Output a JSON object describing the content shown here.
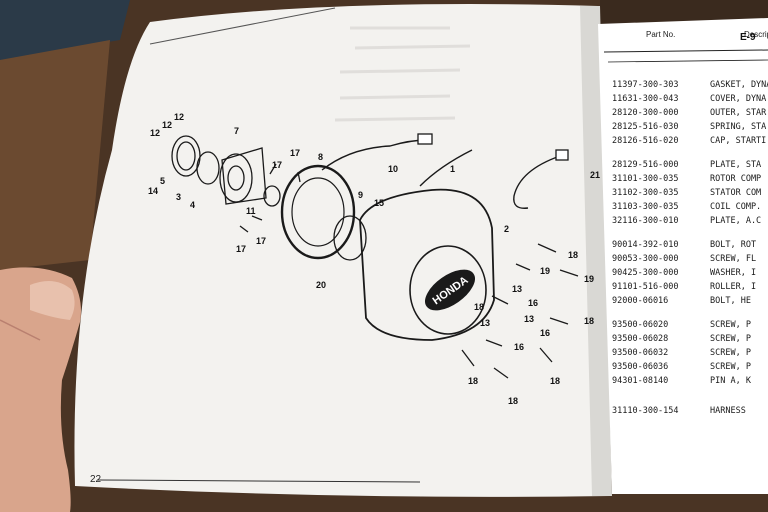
{
  "colors": {
    "wood": "#4a3424",
    "page": "#f3f2ef",
    "right_page": "#ffffff",
    "ink": "#1a1a1a",
    "skin": "#d9a58c"
  },
  "diagram": {
    "logo_text": "HONDA",
    "callouts": [
      "12",
      "12",
      "12",
      "14",
      "3",
      "5",
      "7",
      "4",
      "17",
      "17",
      "8",
      "10",
      "11",
      "9",
      "15",
      "1",
      "17",
      "17",
      "2",
      "18",
      "19",
      "19",
      "20",
      "13",
      "16",
      "13",
      "16",
      "13",
      "16",
      "18",
      "18",
      "18",
      "18",
      "18",
      "21"
    ]
  },
  "page_number": "22",
  "parts_list": {
    "section": "E-9",
    "col_part": "Part No.",
    "col_desc": "Descrip",
    "rows": [
      {
        "pn": "11397-300-303",
        "desc": "GASKET, DYNA"
      },
      {
        "pn": "11631-300-043",
        "desc": "COVER, DYNA"
      },
      {
        "pn": "28120-300-000",
        "desc": "OUTER, STAR"
      },
      {
        "pn": "28125-516-030",
        "desc": "SPRING, STA"
      },
      {
        "pn": "28126-516-020",
        "desc": "CAP, STARTI"
      },
      {
        "pn": "28129-516-000",
        "desc": "PLATE, STA"
      },
      {
        "pn": "31101-300-035",
        "desc": "ROTOR COMP"
      },
      {
        "pn": "31102-300-035",
        "desc": "STATOR COM"
      },
      {
        "pn": "31103-300-035",
        "desc": "COIL COMP."
      },
      {
        "pn": "32116-300-010",
        "desc": "PLATE, A.C"
      },
      {
        "pn": "90014-392-010",
        "desc": "BOLT, ROT"
      },
      {
        "pn": "90053-300-000",
        "desc": "SCREW, FL"
      },
      {
        "pn": "90425-300-000",
        "desc": "WASHER, I"
      },
      {
        "pn": "91101-516-000",
        "desc": "ROLLER, I"
      },
      {
        "pn": "92000-06016",
        "desc": "BOLT, HE"
      },
      {
        "pn": "93500-06020",
        "desc": "SCREW, P"
      },
      {
        "pn": "93500-06028",
        "desc": "SCREW, P"
      },
      {
        "pn": "93500-06032",
        "desc": "SCREW, P"
      },
      {
        "pn": "93500-06036",
        "desc": "SCREW, P"
      },
      {
        "pn": "94301-08140",
        "desc": "PIN A, K"
      },
      {
        "pn": "31110-300-154",
        "desc": "HARNESS"
      }
    ]
  }
}
